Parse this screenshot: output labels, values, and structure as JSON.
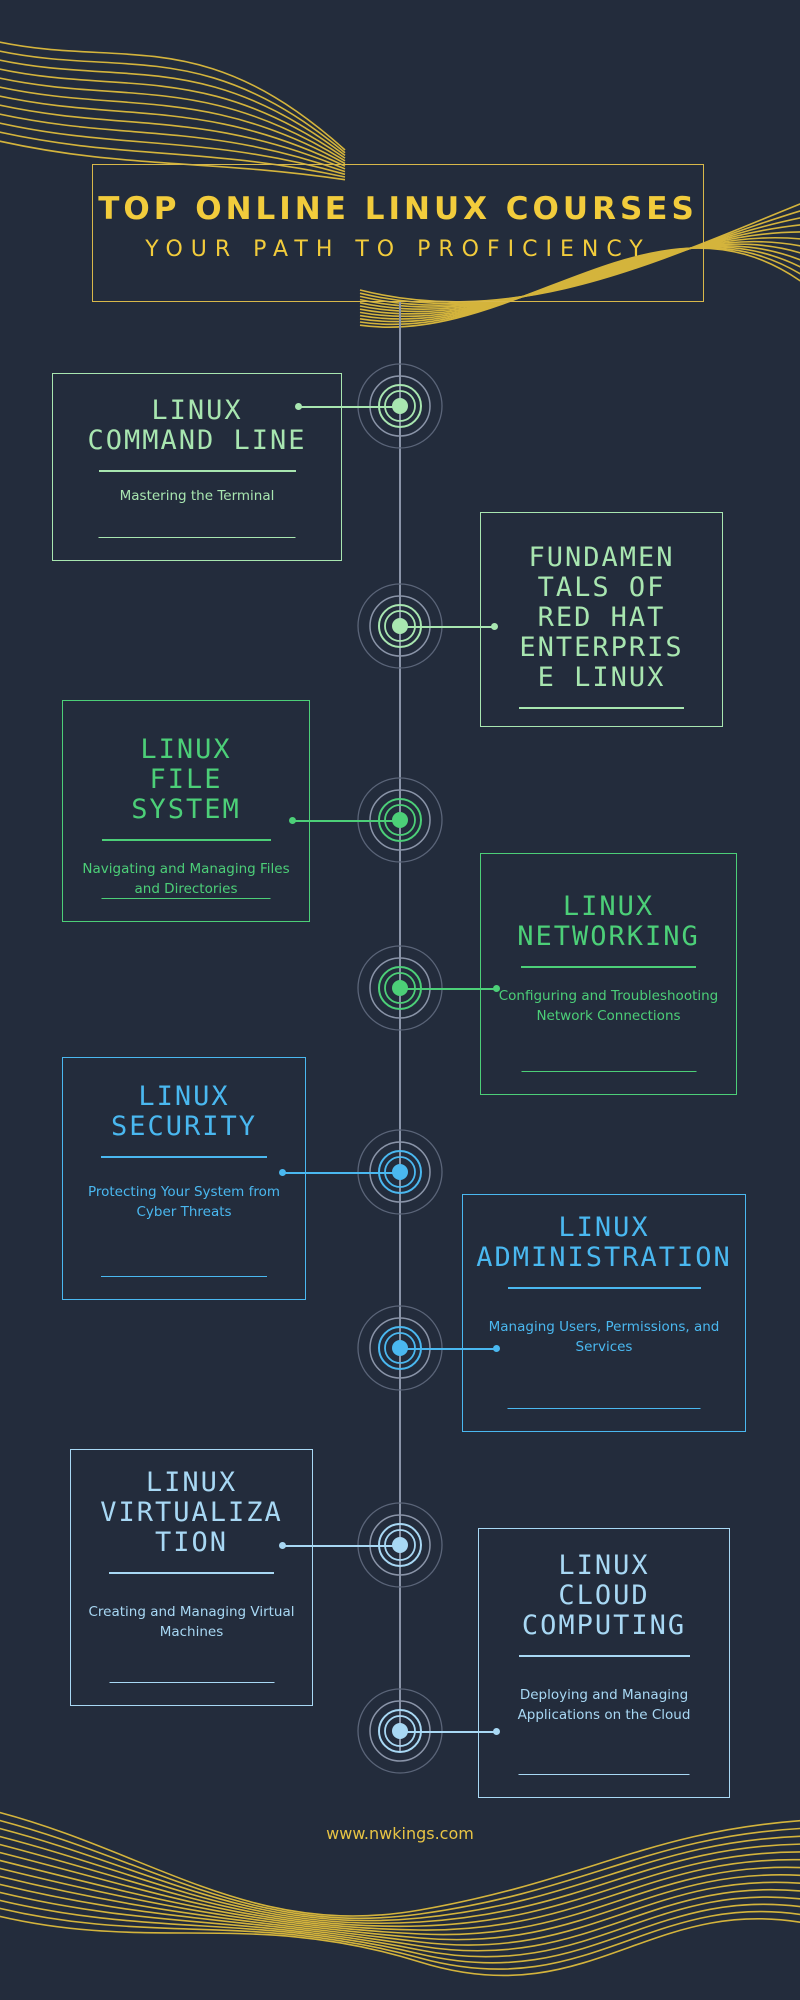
{
  "header": {
    "title": "TOP ONLINE LINUX COURSES",
    "subtitle": "YOUR PATH TO PROFICIENCY"
  },
  "courses": [
    {
      "title": "LINUX COMMAND LINE",
      "description": "Mastering the Terminal",
      "color": "#a8e6b0"
    },
    {
      "title": "FUNDAMENTALS OF RED HAT ENTERPRISE LINUX",
      "description": "",
      "color": "#a8e6b0"
    },
    {
      "title": "LINUX FILE SYSTEM",
      "description": "Navigating and Managing Files and Directories",
      "color": "#4ccf78"
    },
    {
      "title": "LINUX NETWORKING",
      "description": "Configuring and Troubleshooting Network Connections",
      "color": "#4ccf78"
    },
    {
      "title": "LINUX SECURITY",
      "description": "Protecting Your System from Cyber Threats",
      "color": "#4ab8f0"
    },
    {
      "title": "LINUX ADMINISTRATION",
      "description": "Managing Users, Permissions, and Services",
      "color": "#4ab8f0"
    },
    {
      "title": "LINUX VIRTUALIZATION",
      "description": "Creating and Managing Virtual Machines",
      "color": "#a8d8f4"
    },
    {
      "title": "LINUX CLOUD COMPUTING",
      "description": "Deploying and Managing Applications on the Cloud",
      "color": "#a8d8f4"
    }
  ],
  "footer": {
    "website": "www.nwkings.com"
  }
}
